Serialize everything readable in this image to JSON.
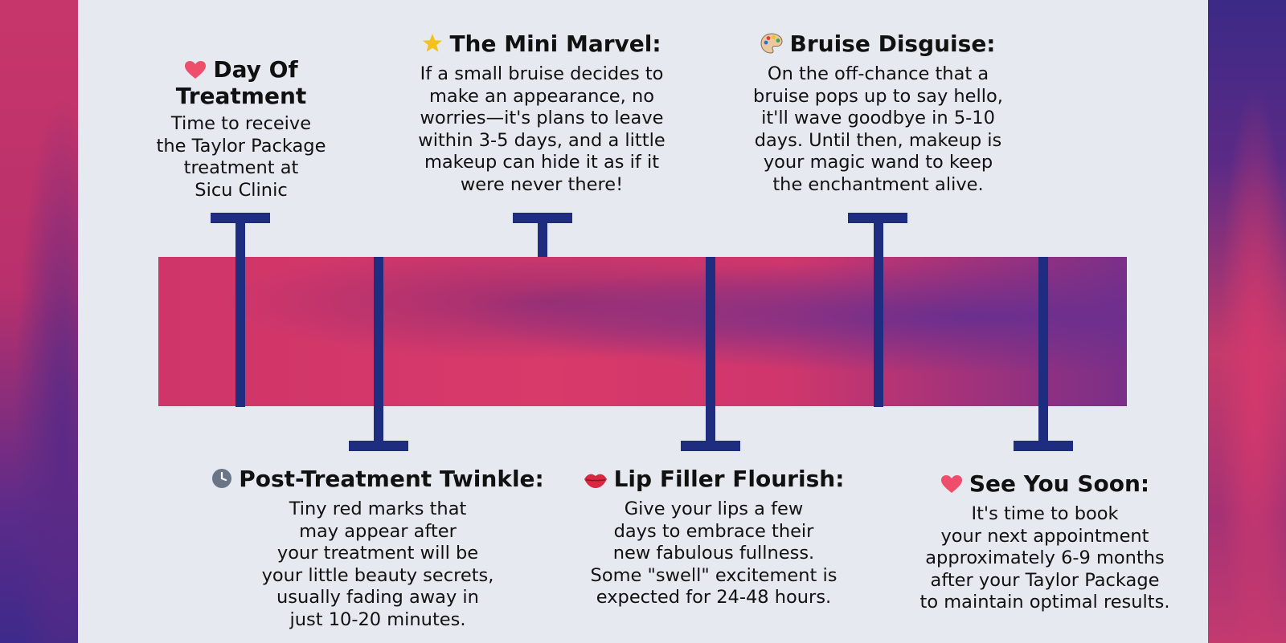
{
  "colors": {
    "band_pink": "#d83a6a",
    "band_purple": "#6a2f8e",
    "marker_navy": "#1f2d80",
    "panel_bg": "#e6e9ef"
  },
  "milestones_top": [
    {
      "icon": "heart-icon",
      "title_lines": [
        "Day Of",
        "Treatment"
      ],
      "body_lines": [
        "Time to receive",
        "the Taylor Package",
        "treatment at",
        "Sicu Clinic"
      ]
    },
    {
      "icon": "star-icon",
      "title_lines": [
        "The Mini Marvel:"
      ],
      "body_lines": [
        "If a small bruise decides to",
        "make an appearance, no",
        "worries—it's plans to leave",
        "within 3-5 days, and a little",
        "makeup can hide it as if it",
        "were never there!"
      ]
    },
    {
      "icon": "palette-icon",
      "title_lines": [
        "Bruise Disguise:"
      ],
      "body_lines": [
        "On the off-chance that a",
        "bruise pops up to say hello,",
        "it'll wave goodbye in 5-10",
        "days. Until then, makeup is",
        "your magic wand to keep",
        "the enchantment alive."
      ]
    }
  ],
  "milestones_bottom": [
    {
      "icon": "clock-icon",
      "title_lines": [
        "Post-Treatment Twinkle:"
      ],
      "body_lines": [
        "Tiny red marks that",
        "may appear after",
        "your treatment will be",
        "your little beauty secrets,",
        "usually fading away in",
        "just 10-20 minutes."
      ]
    },
    {
      "icon": "lips-icon",
      "title_lines": [
        "Lip Filler Flourish:"
      ],
      "body_lines": [
        "Give your lips a few",
        "days to embrace their",
        "new fabulous fullness.",
        "Some \"swell\" excitement is",
        "expected for 24-48 hours."
      ]
    },
    {
      "icon": "heart-icon",
      "title_lines": [
        "See You Soon:"
      ],
      "body_lines": [
        "It's time to book",
        "your next appointment",
        "approximately 6-9 months",
        "after your Taylor Package",
        "to maintain optimal results."
      ]
    }
  ]
}
